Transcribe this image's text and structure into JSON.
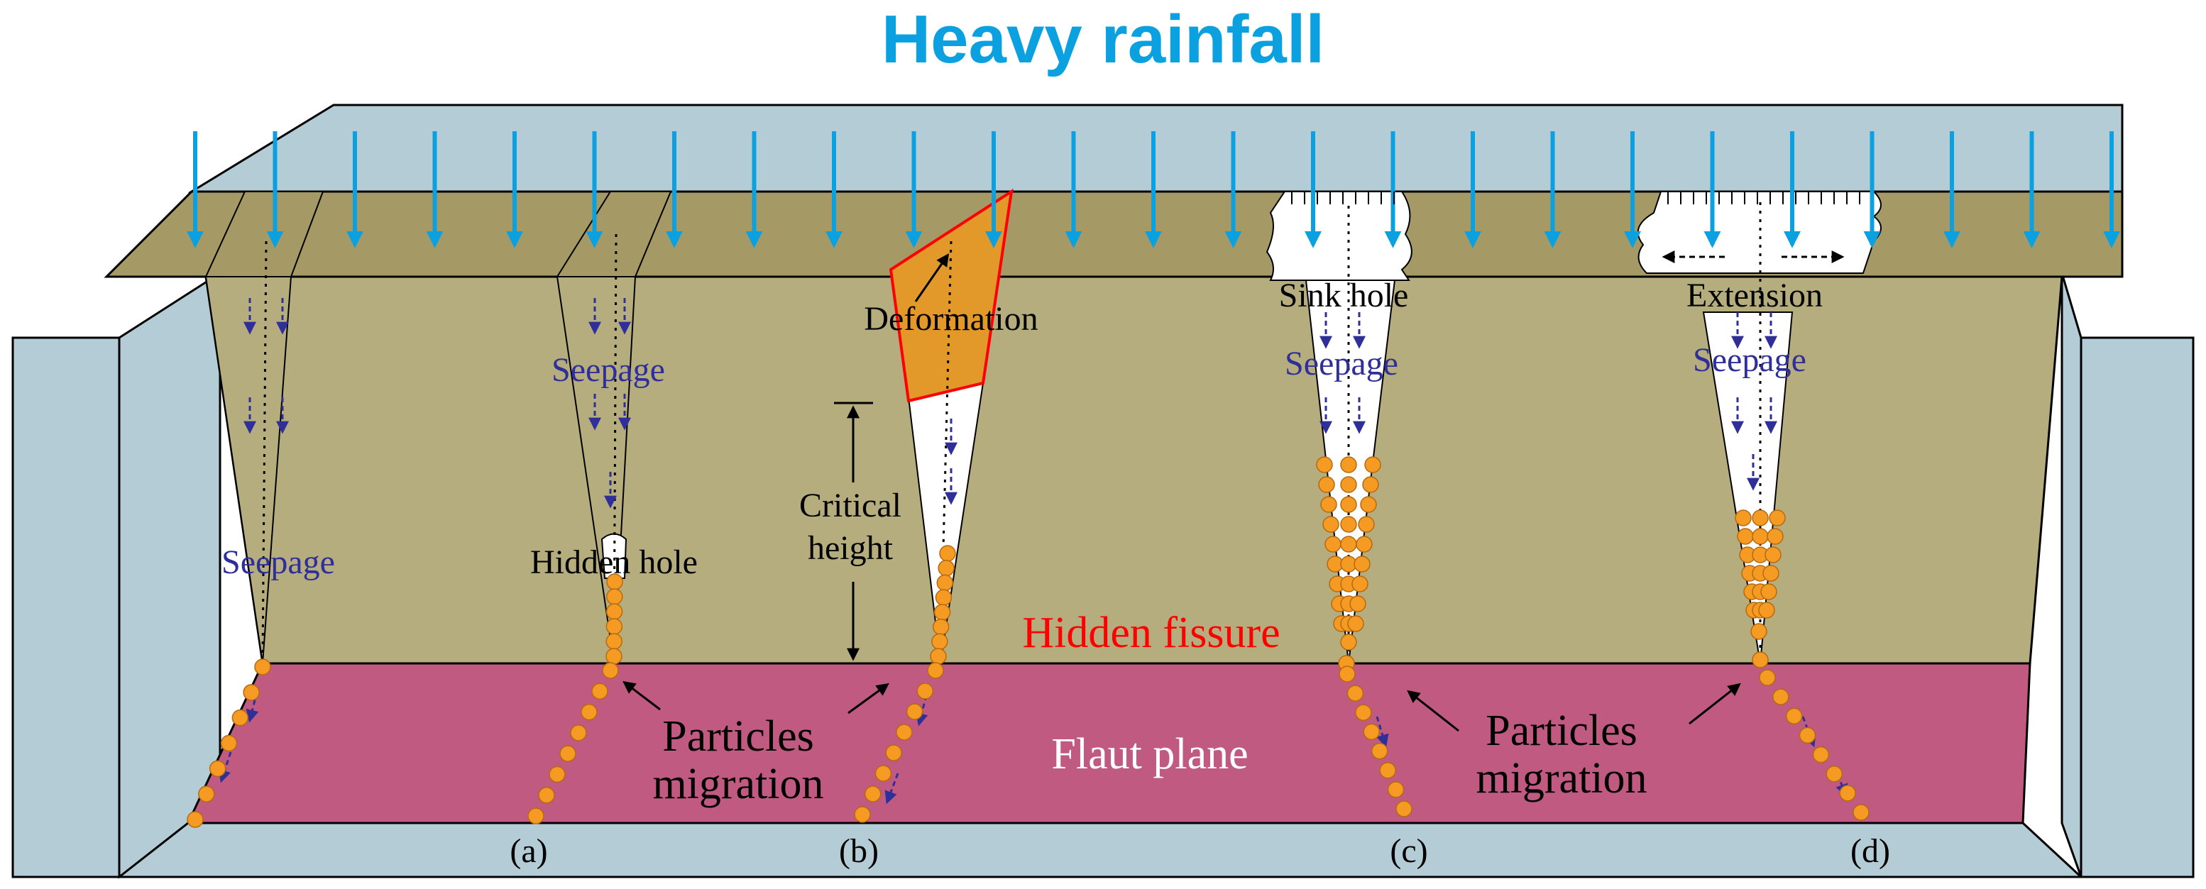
{
  "title": "Heavy rainfall",
  "labels": {
    "seepage": "Seepage",
    "hidden_hole": "Hidden hole",
    "deformation": "Deformation",
    "critical_height_1": "Critical",
    "critical_height_2": "height",
    "hidden_fissure": "Hidden fissure",
    "sink_hole": "Sink hole",
    "extension": "Extension",
    "particles": "Particles",
    "migration": "migration",
    "fault_plane": "Flaut plane"
  },
  "panels": {
    "a": "(a)",
    "b": "(b)",
    "c": "(c)",
    "d": "(d)"
  },
  "colors": {
    "rain": "#0ba0e0",
    "box": "#b4ccd6",
    "soil": "#b6ad7e",
    "soil_top": "#a59a65",
    "fault": "#c05a80",
    "particle": "#f59a22",
    "deformation": "#e2992a",
    "fissure_text": "#ff0000",
    "seepage_text": "#2f2f9a"
  }
}
